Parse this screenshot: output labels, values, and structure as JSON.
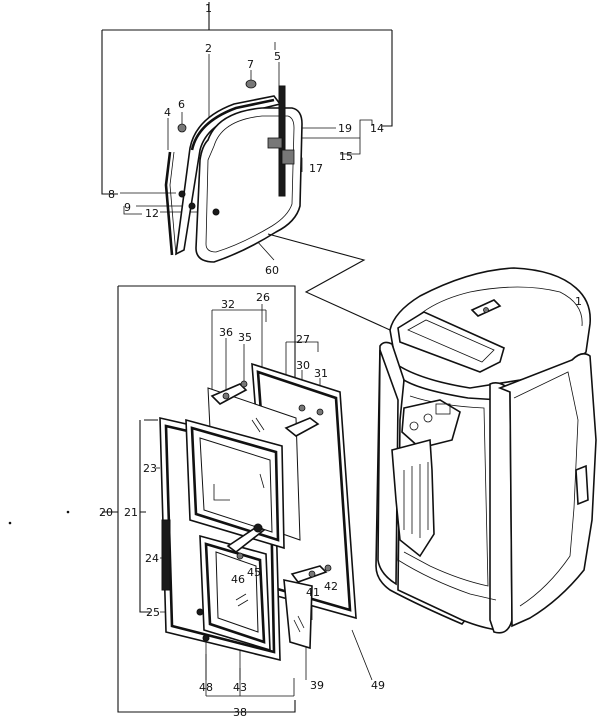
{
  "part_labels": {
    "p1": "1",
    "p2": "2",
    "p4": "4",
    "p5": "5",
    "p6": "6",
    "p7": "7",
    "p8": "8",
    "p9": "9",
    "p12": "12",
    "p14": "14",
    "p15": "15",
    "p17": "17",
    "p19": "19",
    "p60": "60",
    "p1b": "1",
    "p20": "20",
    "p21": "21",
    "p23": "23",
    "p24": "24",
    "p25": "25",
    "p26": "26",
    "p27": "27",
    "p30": "30",
    "p31": "31",
    "p32": "32",
    "p35": "35",
    "p36": "36",
    "p38": "38",
    "p39": "39",
    "p41": "41",
    "p42": "42",
    "p43": "43",
    "p45": "45",
    "p46": "46",
    "p48": "48",
    "p49": "49"
  },
  "colors": {
    "line": "#111111",
    "background": "#ffffff"
  }
}
